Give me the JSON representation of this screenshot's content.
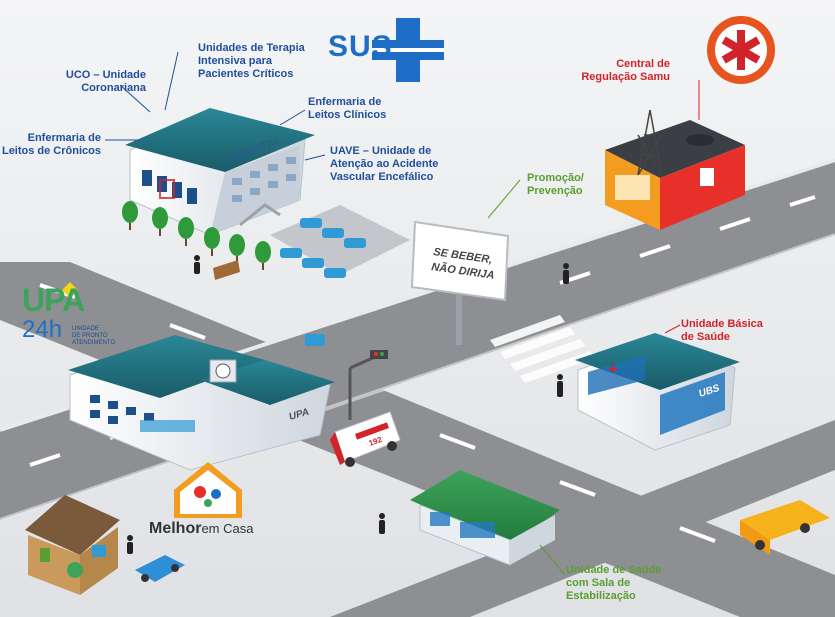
{
  "labels": {
    "uti": [
      "Unidades de Terapia",
      "Intensiva para",
      "Pacientes Críticos"
    ],
    "uco": [
      "UCO – Unidade",
      "Coronariana"
    ],
    "cronicos": [
      "Enfermaria de",
      "Leitos de Crônicos"
    ],
    "clinicos": [
      "Enfermaria de",
      "Leitos Clínicos"
    ],
    "uave": [
      "UAVE – Unidade de",
      "Atenção ao Acidente",
      "Vascular Encefálico"
    ],
    "promocao": [
      "Promoção/",
      "Prevenção"
    ],
    "samu": [
      "Central de",
      "Regulação Samu"
    ],
    "ubs": [
      "Unidade Básica",
      "de Saúde"
    ],
    "estabilizacao": [
      "Unidade de Saúde",
      "com Sala de",
      "Estabilização"
    ]
  },
  "logos": {
    "sus": "SUS",
    "upa_top": "UPA",
    "upa_24": "24h",
    "upa_sub": [
      "UNIDADE",
      "DE PRONTO",
      "ATENDIMENTO"
    ],
    "melhor": "Melhor",
    "em_casa": "em Casa"
  },
  "signs": {
    "hospital": "HOSPITAL",
    "billboard": [
      "SE BEBER,",
      "NÃO DIRIJA"
    ],
    "upa_building": "UPA",
    "ubs_building": "UBS",
    "ambulance": "192"
  },
  "colors": {
    "label_blue": "#1f4e9c",
    "label_red": "#d2232a",
    "label_green": "#5a9e2f",
    "roof_teal": "#1e6b78",
    "road": "#8d8f93",
    "ground": "#d8dadd"
  }
}
